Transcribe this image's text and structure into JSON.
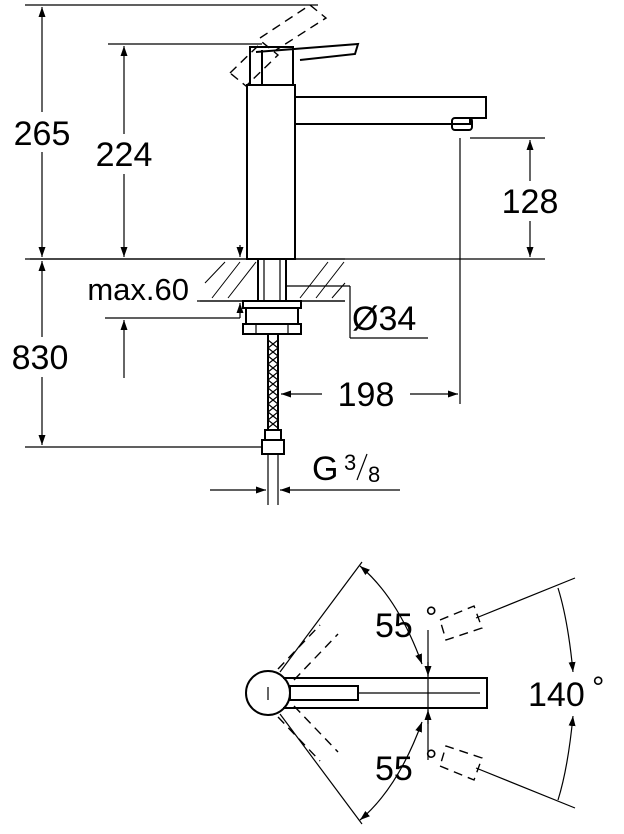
{
  "dimensions": {
    "total_height_above_deck": "265",
    "lever_height": "224",
    "spout_height": "128",
    "max_deck_thickness": "max.60",
    "hole_diameter": "Ø34",
    "below_deck_length": "830",
    "spout_reach": "198",
    "connection_thread": "G",
    "connection_numerator": "3",
    "connection_denominator": "8"
  },
  "rotation": {
    "upper_angle": "55",
    "lower_angle": "55",
    "total_angle": "140",
    "degree_symbol": "°"
  }
}
